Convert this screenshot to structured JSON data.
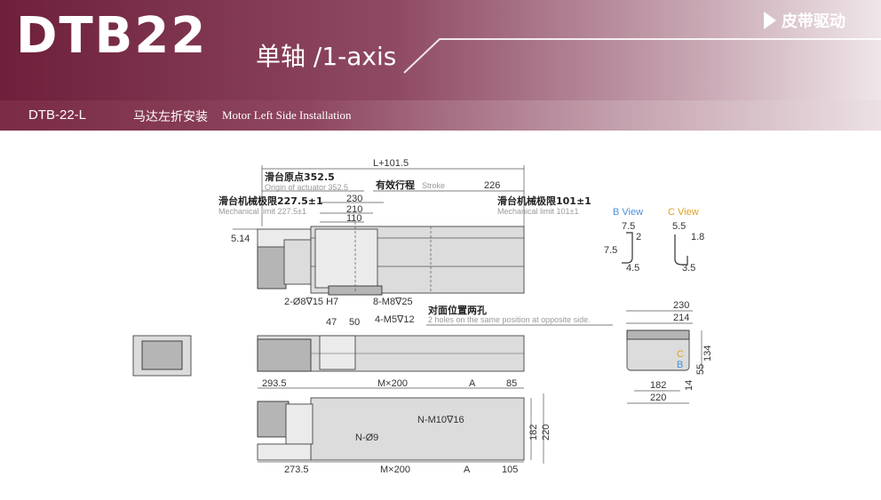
{
  "header": {
    "model": "DTB22",
    "subtitle": "单轴 /1-axis",
    "brand_tag": "皮带驱动",
    "colors": {
      "primary": "#7a2b45",
      "light": "#e9dde1"
    }
  },
  "band": {
    "code": "DTB-22-L",
    "title_cn": "马达左折安装",
    "title_en": "Motor Left Side Installation"
  },
  "dims": {
    "overall": "L+101.5",
    "origin_cn": "滑台原点352.5",
    "origin_en": "Origin of actuator 352.5",
    "stroke_cn": "有效行程",
    "stroke_en": "Stroke",
    "d226": "226",
    "mech_left_cn": "滑台机械极限227.5±1",
    "mech_left_en": "Mechanical limit 227.5±1",
    "mech_right_cn": "滑台机械极限101±1",
    "mech_right_en": "Mechanical limit 101±1",
    "d230": "230",
    "d210": "210",
    "d110": "110",
    "d514": "5.14",
    "hole1": "2-Ø8∇15 H7",
    "hole2": "8-M8∇25",
    "hole3": "4-M5∇12",
    "opp_cn": "对面位置两孔",
    "opp_en": "2 holes on the same position at opposite side.",
    "d47": "47",
    "d50": "50",
    "d2935": "293.5",
    "m200_top": "M×200",
    "a_top": "A",
    "d85": "85",
    "n_m10": "N-M10∇16",
    "n_9": "N-Ø9",
    "d182v": "182",
    "d220v": "220",
    "d2735": "273.5",
    "m200_bot": "M×200",
    "a_bot": "A",
    "d105": "105"
  },
  "views": {
    "b_view": "B View",
    "c_view": "C View",
    "b75a": "7.5",
    "b2": "2",
    "b75b": "7.5",
    "b45": "4.5",
    "c55": "5.5",
    "c18": "1.8",
    "c35": "3.5"
  },
  "end_view": {
    "w230": "230",
    "w214": "214",
    "h134": "134",
    "h55": "55",
    "h14": "14",
    "w182": "182",
    "w220": "220",
    "c_label": "C",
    "b_label": "B"
  }
}
